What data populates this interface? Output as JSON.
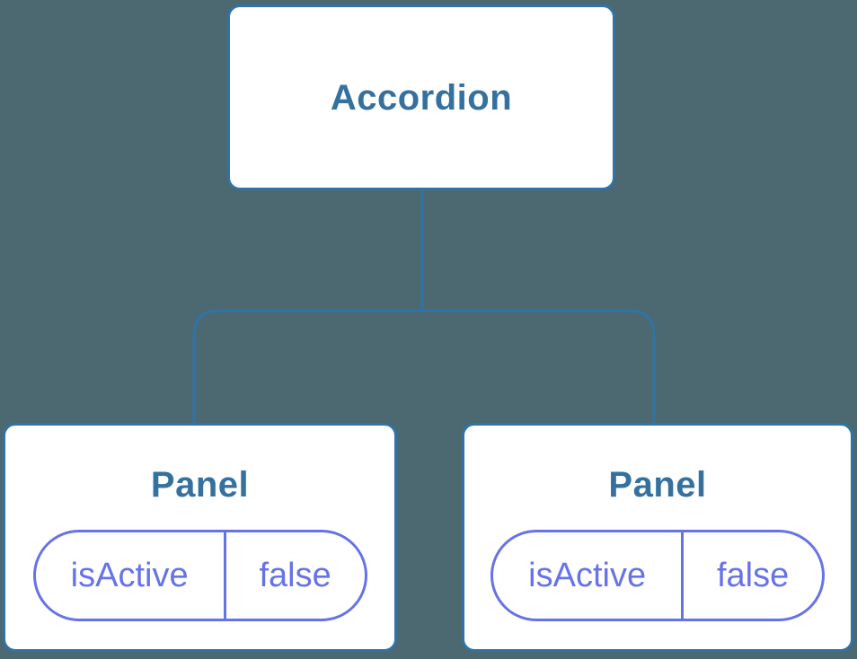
{
  "diagram": {
    "type": "component-tree",
    "root": {
      "label": "Accordion"
    },
    "children": [
      {
        "label": "Panel",
        "state": {
          "key": "isActive",
          "value": "false"
        }
      },
      {
        "label": "Panel",
        "state": {
          "key": "isActive",
          "value": "false"
        }
      }
    ]
  },
  "colors": {
    "bg": "#4C6871",
    "node-fill": "#FFFFFF",
    "node-border": "#3173A5",
    "node-text": "#35719F",
    "connector": "#2F74A8",
    "state-accent": "#6673E6"
  }
}
